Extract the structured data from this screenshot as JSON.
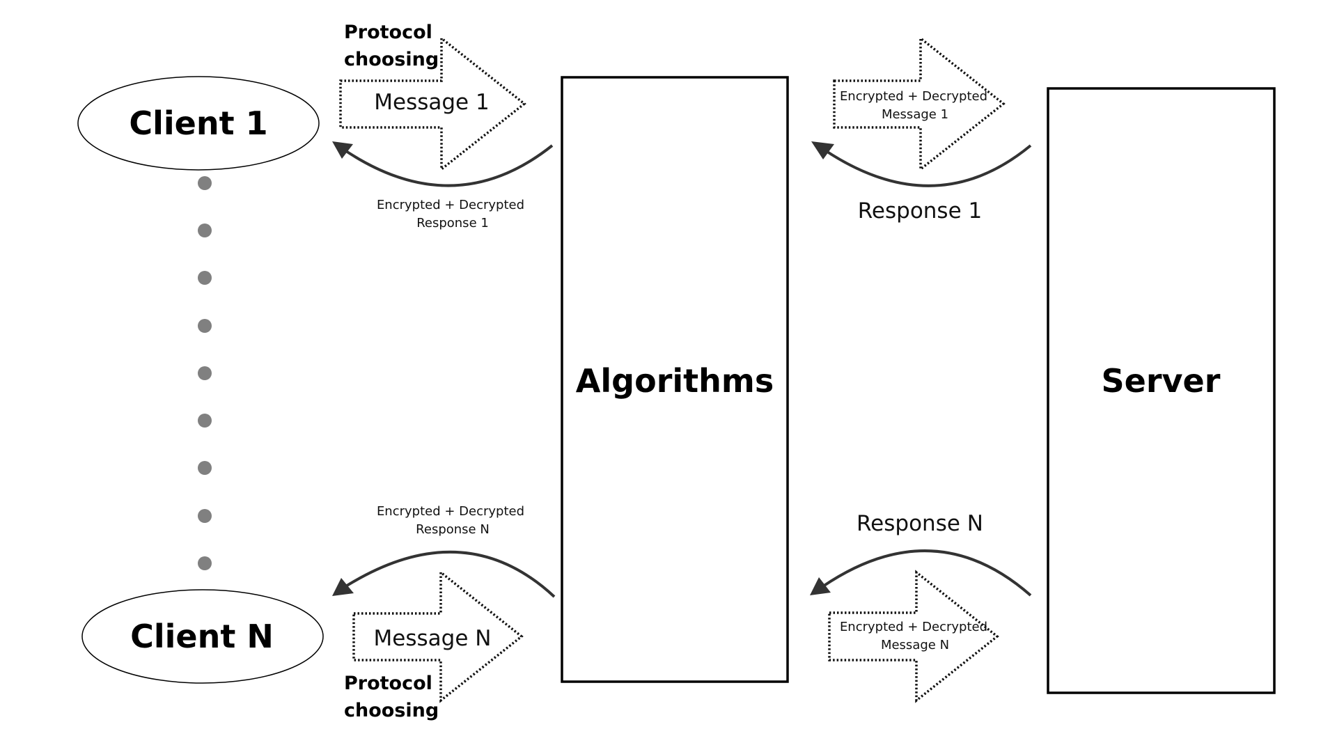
{
  "nodes": {
    "client_1": "Client 1",
    "client_n": "Client N",
    "algorithms": "Algorithms",
    "server": "Server"
  },
  "protocol_choosing": {
    "top": {
      "line1": "Protocol",
      "line2": "choosing"
    },
    "bottom": {
      "line1": "Protocol",
      "line2": "choosing"
    }
  },
  "messages": {
    "message_1": "Message 1",
    "message_n": "Message N"
  },
  "responses": {
    "response_1": "Response 1",
    "response_n": "Response N"
  },
  "encrypted_labels": {
    "message_1": {
      "line1": "Encrypted + Decrypted",
      "line2": "Message 1"
    },
    "message_n": {
      "line1": "Encrypted + Decrypted",
      "line2": "Message N"
    },
    "response_1": {
      "line1": "Encrypted + Decrypted",
      "line2": "Response 1"
    },
    "response_n": {
      "line1": "Encrypted + Decrypted",
      "line2": "Response N"
    }
  },
  "colors": {
    "outline": "#000000",
    "dotted_arrow": "#111111",
    "curve_arrow": "#333333",
    "connector_dots": "#808080",
    "background": "#ffffff"
  }
}
